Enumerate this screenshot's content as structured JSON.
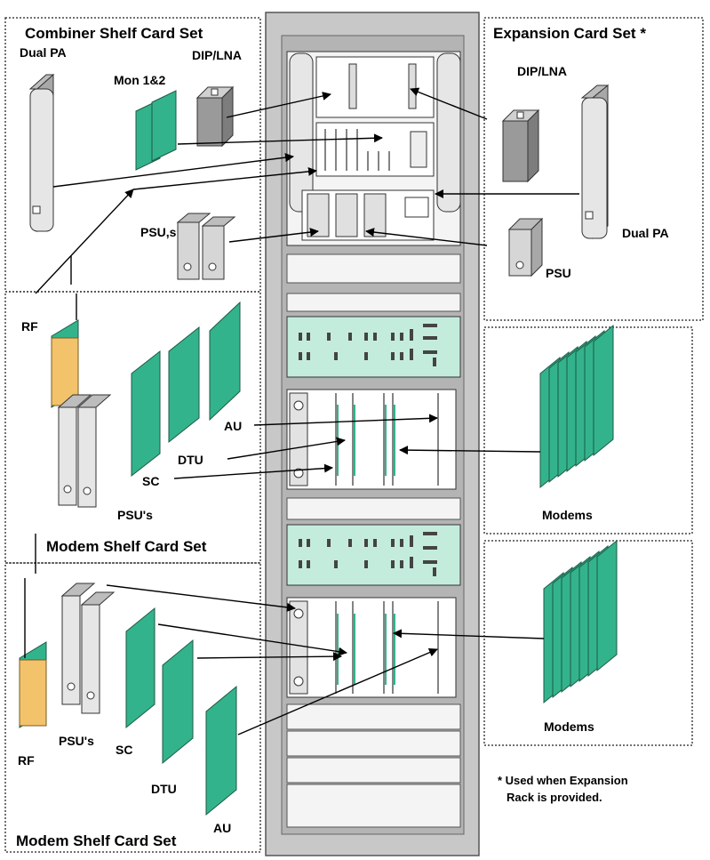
{
  "colors": {
    "card_green": "#33b38c",
    "module_grey": "#d6d6d6",
    "dark_grey": "#9a9a9a",
    "rf_yellow": "#f2c36b",
    "rack_grey": "#c8c8c8",
    "panel_green": "#c4ecdd"
  },
  "sections": {
    "combiner": {
      "title": "Combiner Shelf Card Set",
      "dual_pa": "Dual PA",
      "mon": "Mon 1&2",
      "dip_lna": "DIP/LNA",
      "psu": "PSU,s"
    },
    "expansion": {
      "title": "Expansion Card Set *",
      "dip_lna": "DIP/LNA",
      "dual_pa": "Dual PA",
      "psu": "PSU"
    },
    "modem_upper": {
      "title": "Modem Shelf Card Set",
      "rf": "RF",
      "au": "AU",
      "dtu": "DTU",
      "sc": "SC",
      "psus": "PSU's"
    },
    "modem_lower": {
      "title": "Modem Shelf Card Set",
      "rf": "RF",
      "psus": "PSU's",
      "sc": "SC",
      "dtu": "DTU",
      "au": "AU"
    },
    "modems_upper": {
      "label": "Modems"
    },
    "modems_lower": {
      "label": "Modems"
    }
  },
  "note": {
    "line1": "* Used when Expansion",
    "line2": "Rack is provided."
  }
}
